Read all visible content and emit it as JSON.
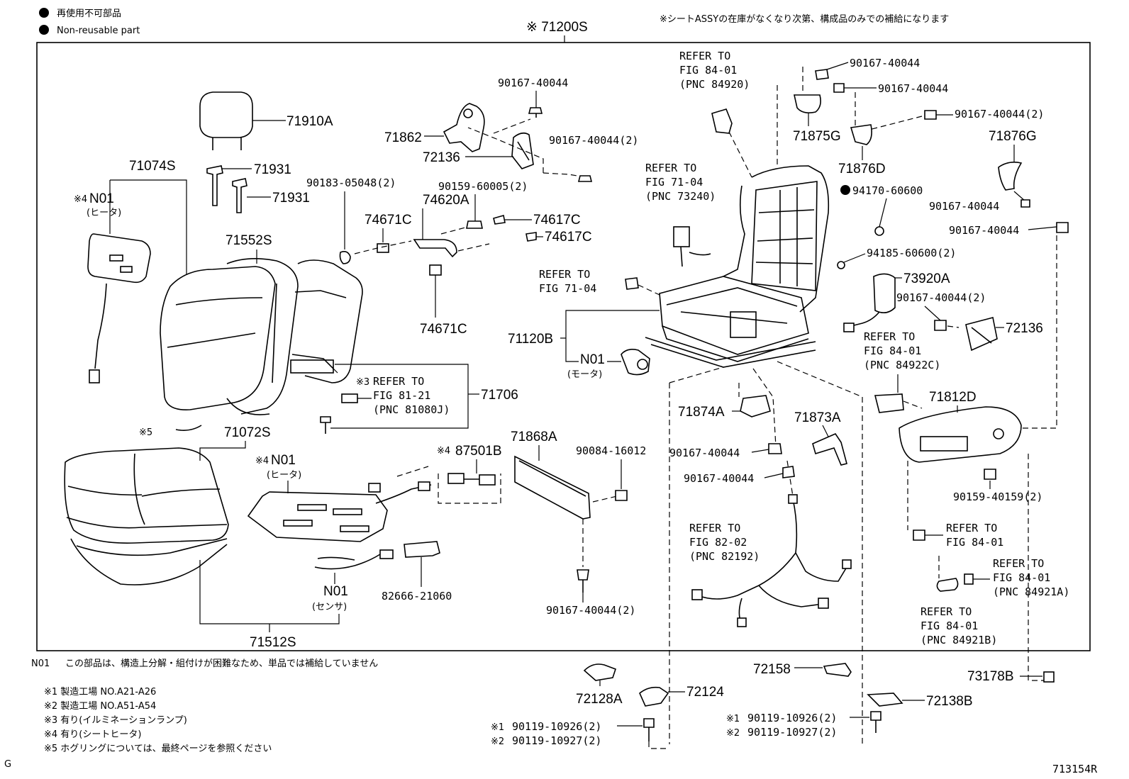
{
  "legend": {
    "jp": "再使用不可部品",
    "en": "Non-reusable part"
  },
  "header": {
    "assembly_code": "※ 71200S",
    "supply_note": "※シートASSYの在庫がなくなり次第、構成品のみでの補給になります"
  },
  "labels": {
    "p71910A": "71910A",
    "p71931a": "71931",
    "p71931b": "71931",
    "p71074S": "71074S",
    "p71074S_mark": "※4",
    "p71074S_n01": "N01",
    "p71074S_heater": "(ヒータ)",
    "p71552S": "71552S",
    "p71862": "71862",
    "p72136a": "72136",
    "p90167_top1": "90167-40044",
    "p90167_top2": "90167-40044(2)",
    "p90183": "90183-05048(2)",
    "p74671C_a": "74671C",
    "p74620A": "74620A",
    "p90159_6": "90159-60005(2)",
    "p74617C_a": "74617C",
    "p74617C_b": "74617C",
    "p74671C_b": "74671C",
    "p71706": "71706",
    "p71706_mark": "※3",
    "p71706_refer": "REFER TO",
    "p71706_fig": "FIG 81-21",
    "p71706_pnc": "(PNC 81080J)",
    "p5mark": "※5",
    "p71072S": "71072S",
    "p71072S_mark": "※4",
    "p71072S_n01": "N01",
    "p71072S_heater": "(ヒータ)",
    "p87501B_mark": "※4",
    "p87501B": "87501B",
    "p71868A": "71868A",
    "p90084": "90084-16012",
    "p82666": "82666-21060",
    "p_sensor_n01": "N01",
    "p_sensor": "(センサ)",
    "p71512S": "71512S",
    "p90167_bottom_mid": "90167-40044(2)",
    "ref_84920_a": "REFER TO",
    "ref_84920_b": "FIG 84-01",
    "ref_84920_c": "(PNC 84920)",
    "ref_73240_a": "REFER TO",
    "ref_73240_b": "FIG 71-04",
    "ref_73240_c": "(PNC 73240)",
    "ref_7104_a": "REFER TO",
    "ref_7104_b": "FIG 71-04",
    "p71120B": "71120B",
    "motor_n01": "N01",
    "motor": "(モータ)",
    "p71874A": "71874A",
    "p71873A": "71873A",
    "p90167_c1": "90167-40044",
    "p90167_c2": "90167-40044",
    "ref_82192_a": "REFER TO",
    "ref_82192_b": "FIG 82-02",
    "ref_82192_c": "(PNC 82192)",
    "p90167_r1": "90167-40044",
    "p90167_r2": "90167-40044",
    "p90167_r3": "90167-40044(2)",
    "p71875G": "71875G",
    "p71876D": "71876D",
    "p71876G": "71876G",
    "p94170": "94170-60600",
    "p90167_r4": "90167-40044",
    "p90167_r5": "90167-40044",
    "p94185": "94185-60600(2)",
    "p73920A": "73920A",
    "p90167_r6": "90167-40044(2)",
    "p72136b": "72136",
    "ref_84922C_a": "REFER TO",
    "ref_84922C_b": "FIG 84-01",
    "ref_84922C_c": "(PNC 84922C)",
    "p71812D": "71812D",
    "p90159_4": "90159-40159(2)",
    "ref_8401_a": "REFER TO",
    "ref_8401_b": "FIG 84-01",
    "ref_84921A_a": "REFER TO",
    "ref_84921A_b": "FIG 84-01",
    "ref_84921A_c": "(PNC 84921A)",
    "ref_84921B_a": "REFER TO",
    "ref_84921B_b": "FIG 84-01",
    "ref_84921B_c": "(PNC 84921B)",
    "p72158": "72158",
    "p73178B": "73178B",
    "p72128A": "72128A",
    "p72124": "72124",
    "p72138B": "72138B",
    "bolt_l1_mark": "※1",
    "bolt_l1": "90119-10926(2)",
    "bolt_l2_mark": "※2",
    "bolt_l2": "90119-10927(2)",
    "bolt_r1_mark": "※1",
    "bolt_r1": "90119-10926(2)",
    "bolt_r2_mark": "※2",
    "bolt_r2": "90119-10927(2)"
  },
  "notes": {
    "n01_code": "N01",
    "n01_text": "この部品は、構造上分解・組付けが困難なため、単品では補給していません",
    "m1": "※1 製造工場 NO.A21-A26",
    "m2": "※2 製造工場 NO.A51-A54",
    "m3": "※3 有り(イルミネーションランプ)",
    "m4": "※4 有り(シートヒータ)",
    "m5": "※5 ホグリングについては、最終ページを参照ください"
  },
  "footer": {
    "left_mark": "G",
    "figure_id": "713154R"
  }
}
